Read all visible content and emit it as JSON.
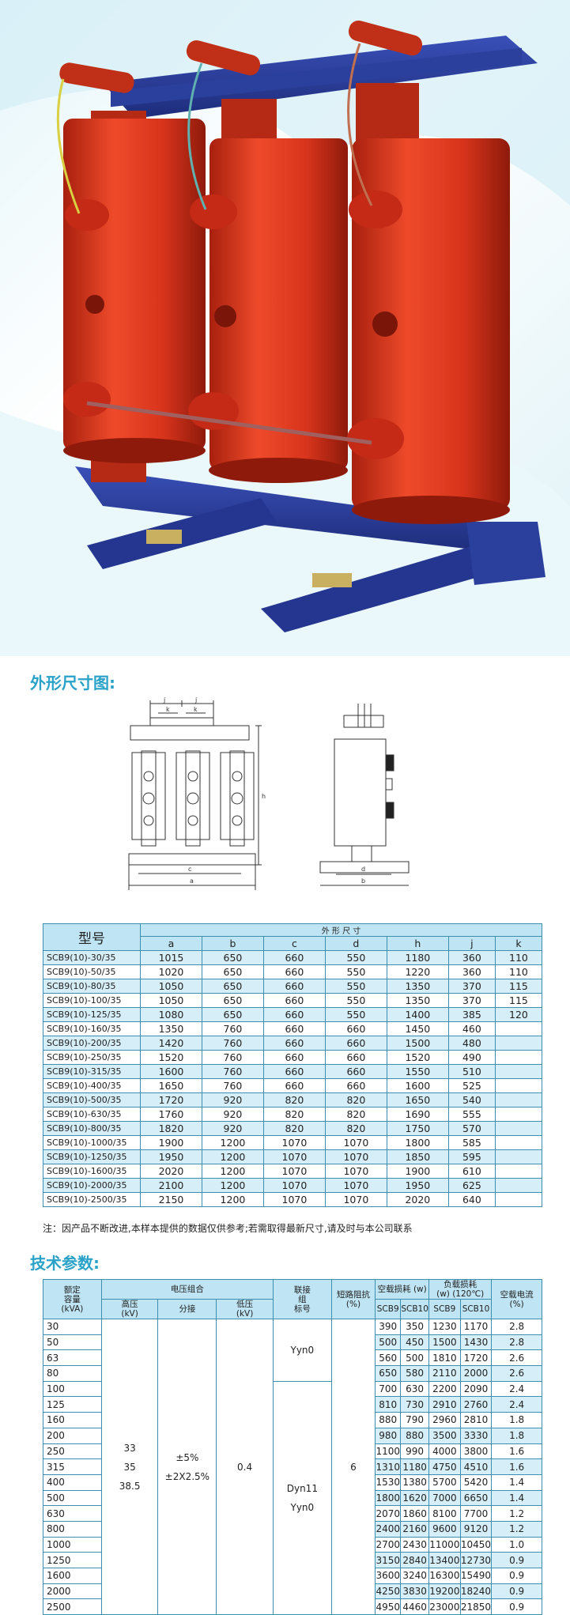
{
  "photo": {
    "subject": "dry-type transformer"
  },
  "dimension_section": {
    "title": "外形尺寸图:",
    "drawing_labels": {
      "j": "j",
      "k": "k",
      "h": "h",
      "c": "c",
      "a": "a",
      "d": "d",
      "b": "b"
    }
  },
  "dimension_table": {
    "model_header": "型号",
    "group_header": "外 形 尺 寸",
    "columns": [
      "a",
      "b",
      "c",
      "d",
      "h",
      "j",
      "k"
    ],
    "rows": [
      {
        "model": "SCB9(10)-30/35",
        "a": "1015",
        "b": "650",
        "c": "660",
        "d": "550",
        "h": "1180",
        "j": "360",
        "k": "110"
      },
      {
        "model": "SCB9(10)-50/35",
        "a": "1020",
        "b": "650",
        "c": "660",
        "d": "550",
        "h": "1220",
        "j": "360",
        "k": "110"
      },
      {
        "model": "SCB9(10)-80/35",
        "a": "1050",
        "b": "650",
        "c": "660",
        "d": "550",
        "h": "1350",
        "j": "370",
        "k": "115"
      },
      {
        "model": "SCB9(10)-100/35",
        "a": "1050",
        "b": "650",
        "c": "660",
        "d": "550",
        "h": "1350",
        "j": "370",
        "k": "115"
      },
      {
        "model": "SCB9(10)-125/35",
        "a": "1080",
        "b": "650",
        "c": "660",
        "d": "550",
        "h": "1400",
        "j": "385",
        "k": "120"
      },
      {
        "model": "SCB9(10)-160/35",
        "a": "1350",
        "b": "760",
        "c": "660",
        "d": "660",
        "h": "1450",
        "j": "460",
        "k": ""
      },
      {
        "model": "SCB9(10)-200/35",
        "a": "1420",
        "b": "760",
        "c": "660",
        "d": "660",
        "h": "1500",
        "j": "480",
        "k": ""
      },
      {
        "model": "SCB9(10)-250/35",
        "a": "1520",
        "b": "760",
        "c": "660",
        "d": "660",
        "h": "1520",
        "j": "490",
        "k": ""
      },
      {
        "model": "SCB9(10)-315/35",
        "a": "1600",
        "b": "760",
        "c": "660",
        "d": "660",
        "h": "1550",
        "j": "510",
        "k": ""
      },
      {
        "model": "SCB9(10)-400/35",
        "a": "1650",
        "b": "760",
        "c": "660",
        "d": "660",
        "h": "1600",
        "j": "525",
        "k": ""
      },
      {
        "model": "SCB9(10)-500/35",
        "a": "1720",
        "b": "920",
        "c": "820",
        "d": "820",
        "h": "1650",
        "j": "540",
        "k": ""
      },
      {
        "model": "SCB9(10)-630/35",
        "a": "1760",
        "b": "920",
        "c": "820",
        "d": "820",
        "h": "1690",
        "j": "555",
        "k": ""
      },
      {
        "model": "SCB9(10)-800/35",
        "a": "1820",
        "b": "920",
        "c": "820",
        "d": "820",
        "h": "1750",
        "j": "570",
        "k": ""
      },
      {
        "model": "SCB9(10)-1000/35",
        "a": "1900",
        "b": "1200",
        "c": "1070",
        "d": "1070",
        "h": "1800",
        "j": "585",
        "k": ""
      },
      {
        "model": "SCB9(10)-1250/35",
        "a": "1950",
        "b": "1200",
        "c": "1070",
        "d": "1070",
        "h": "1850",
        "j": "595",
        "k": ""
      },
      {
        "model": "SCB9(10)-1600/35",
        "a": "2020",
        "b": "1200",
        "c": "1070",
        "d": "1070",
        "h": "1900",
        "j": "610",
        "k": ""
      },
      {
        "model": "SCB9(10)-2000/35",
        "a": "2100",
        "b": "1200",
        "c": "1070",
        "d": "1070",
        "h": "1950",
        "j": "625",
        "k": ""
      },
      {
        "model": "SCB9(10)-2500/35",
        "a": "2150",
        "b": "1200",
        "c": "1070",
        "d": "1070",
        "h": "2020",
        "j": "640",
        "k": ""
      }
    ]
  },
  "note": "注：因产品不断改进,本样本提供的数据仅供参考;若需取得最新尺寸,请及时与本公司联系",
  "tech_section": {
    "title": "技术参数:"
  },
  "tech_table": {
    "headers": {
      "capacity": "额定\n容量\n(kVA)",
      "voltage_group": "电压组合",
      "hv": "高压\n(kV)",
      "tap": "分接",
      "lv": "低压\n(kV)",
      "connection": "联接\n组\n标号",
      "impedance": "短路阻抗\n(%)",
      "no_load_loss": "空载损耗 (w)",
      "load_loss": "负载损耗\n(w) (120℃)",
      "no_load_current": "空载电流\n(%)",
      "scb9": "SCB9",
      "scb10": "SCB10"
    },
    "hv_values": "33\n35\n38.5",
    "tap_values": "±5%\n±2X2.5%",
    "lv_value": "0.4",
    "connection_top": "Yyn0",
    "connection_bottom": "Dyn11\nYyn0",
    "impedance_value": "6",
    "rows": [
      {
        "cap": "30",
        "nl9": "390",
        "nl10": "350",
        "ll9": "1230",
        "ll10": "1170",
        "i0": "2.8"
      },
      {
        "cap": "50",
        "nl9": "500",
        "nl10": "450",
        "ll9": "1500",
        "ll10": "1430",
        "i0": "2.8"
      },
      {
        "cap": "63",
        "nl9": "560",
        "nl10": "500",
        "ll9": "1810",
        "ll10": "1720",
        "i0": "2.6"
      },
      {
        "cap": "80",
        "nl9": "650",
        "nl10": "580",
        "ll9": "2110",
        "ll10": "2000",
        "i0": "2.6"
      },
      {
        "cap": "100",
        "nl9": "700",
        "nl10": "630",
        "ll9": "2200",
        "ll10": "2090",
        "i0": "2.4"
      },
      {
        "cap": "125",
        "nl9": "810",
        "nl10": "730",
        "ll9": "2910",
        "ll10": "2760",
        "i0": "2.4"
      },
      {
        "cap": "160",
        "nl9": "880",
        "nl10": "790",
        "ll9": "2960",
        "ll10": "2810",
        "i0": "1.8"
      },
      {
        "cap": "200",
        "nl9": "980",
        "nl10": "880",
        "ll9": "3500",
        "ll10": "3330",
        "i0": "1.8"
      },
      {
        "cap": "250",
        "nl9": "1100",
        "nl10": "990",
        "ll9": "4000",
        "ll10": "3800",
        "i0": "1.6"
      },
      {
        "cap": "315",
        "nl9": "1310",
        "nl10": "1180",
        "ll9": "4750",
        "ll10": "4510",
        "i0": "1.6"
      },
      {
        "cap": "400",
        "nl9": "1530",
        "nl10": "1380",
        "ll9": "5700",
        "ll10": "5420",
        "i0": "1.4"
      },
      {
        "cap": "500",
        "nl9": "1800",
        "nl10": "1620",
        "ll9": "7000",
        "ll10": "6650",
        "i0": "1.4"
      },
      {
        "cap": "630",
        "nl9": "2070",
        "nl10": "1860",
        "ll9": "8100",
        "ll10": "7700",
        "i0": "1.2"
      },
      {
        "cap": "800",
        "nl9": "2400",
        "nl10": "2160",
        "ll9": "9600",
        "ll10": "9120",
        "i0": "1.2"
      },
      {
        "cap": "1000",
        "nl9": "2700",
        "nl10": "2430",
        "ll9": "11000",
        "ll10": "10450",
        "i0": "1.0"
      },
      {
        "cap": "1250",
        "nl9": "3150",
        "nl10": "2840",
        "ll9": "13400",
        "ll10": "12730",
        "i0": "0.9"
      },
      {
        "cap": "1600",
        "nl9": "3600",
        "nl10": "3240",
        "ll9": "16300",
        "ll10": "15490",
        "i0": "0.9"
      },
      {
        "cap": "2000",
        "nl9": "4250",
        "nl10": "3830",
        "ll9": "19200",
        "ll10": "18240",
        "i0": "0.9"
      },
      {
        "cap": "2500",
        "nl9": "4950",
        "nl10": "4460",
        "ll9": "23000",
        "ll10": "21850",
        "i0": "0.9"
      }
    ]
  },
  "colors": {
    "accent": "#2aa2c8",
    "table_fill": "#bfe4f3",
    "table_border": "#3d8fb0",
    "coil": "#d8341c",
    "frame": "#2b3f9c"
  }
}
